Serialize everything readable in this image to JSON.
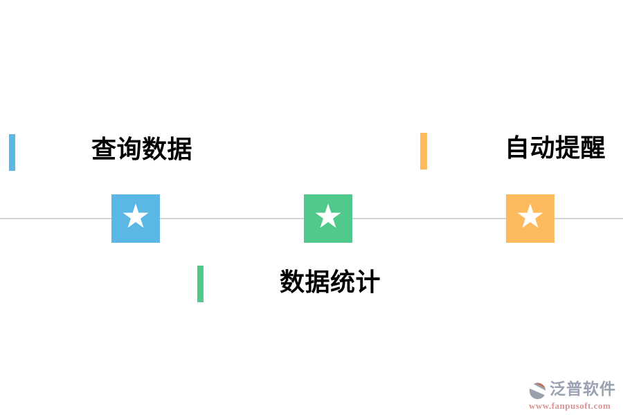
{
  "canvas": {
    "background": "#ffffff",
    "timeline_color": "#d4d4d4"
  },
  "features": [
    {
      "label": "查询数据",
      "color": "#5bb7e3",
      "icon": "star-icon",
      "position": "top-left"
    },
    {
      "label": "数据统计",
      "color": "#52c98c",
      "icon": "star-icon",
      "position": "bottom-center"
    },
    {
      "label": "自动提醒",
      "color": "#fdbb5d",
      "icon": "star-icon",
      "position": "top-right"
    }
  ],
  "icons": {
    "star_glyph": "★"
  },
  "watermark": {
    "brand": "泛普软件",
    "url": "www.fanpusoft.com",
    "brand_color": "#99a1b2",
    "url_color": "#dc9292",
    "logo_gray": "#9aa0ad",
    "logo_red": "#c86f58"
  }
}
